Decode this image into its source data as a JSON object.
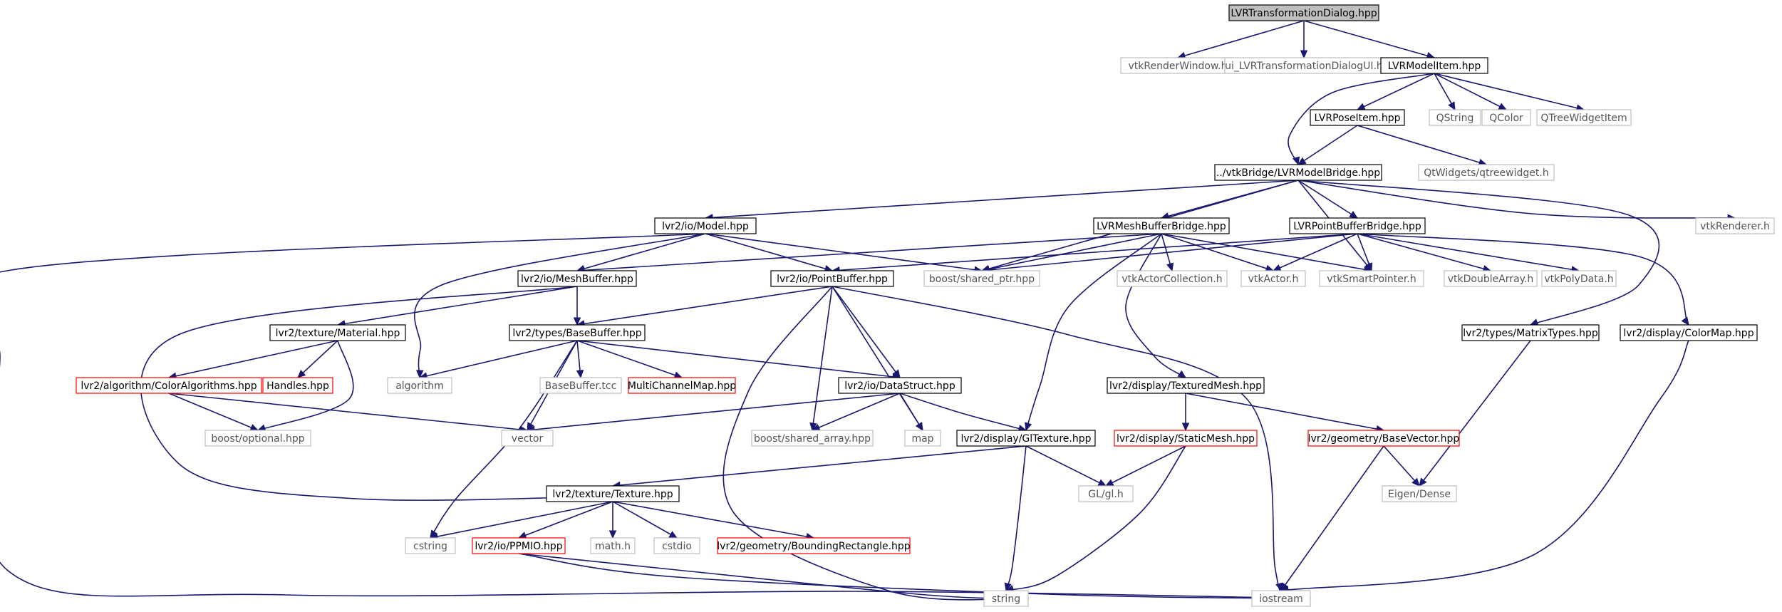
{
  "diagram": {
    "type": "include-dependency-graph",
    "root": "root",
    "styles": {
      "root": {
        "fill": "#bfbfbf",
        "stroke": "#000000",
        "text": "#000000"
      },
      "doc": {
        "fill": "#ffffff",
        "stroke": "#000000",
        "text": "#000000"
      },
      "missing": {
        "fill": "#ffffff",
        "stroke": "#bfbfbf",
        "text": "#555555"
      },
      "truncated": {
        "fill": "#ffffff",
        "stroke": "#ff0000",
        "text": "#000000"
      }
    },
    "edge_color": "#191970",
    "nodes": [
      {
        "id": "root",
        "label": "LVRTransformationDialog.hpp",
        "kind": "root"
      },
      {
        "id": "vtkRenderWindow",
        "label": "vtkRenderWindow.h",
        "kind": "missing"
      },
      {
        "id": "uiDialog",
        "label": "ui_LVRTransformationDialogUI.h",
        "kind": "missing"
      },
      {
        "id": "modelItem",
        "label": "LVRModelItem.hpp",
        "kind": "doc"
      },
      {
        "id": "poseItem",
        "label": "LVRPoseItem.hpp",
        "kind": "doc"
      },
      {
        "id": "qstring",
        "label": "QString",
        "kind": "missing"
      },
      {
        "id": "qcolor",
        "label": "QColor",
        "kind": "missing"
      },
      {
        "id": "qtreewidgetitem",
        "label": "QTreeWidgetItem",
        "kind": "missing"
      },
      {
        "id": "qtwidgets",
        "label": "QtWidgets/qtreewidget.h",
        "kind": "missing"
      },
      {
        "id": "modelBridge",
        "label": "../vtkBridge/LVRModelBridge.hpp",
        "kind": "doc"
      },
      {
        "id": "vtkRenderer",
        "label": "vtkRenderer.h",
        "kind": "missing"
      },
      {
        "id": "ioModel",
        "label": "lvr2/io/Model.hpp",
        "kind": "doc"
      },
      {
        "id": "meshBridge",
        "label": "LVRMeshBufferBridge.hpp",
        "kind": "doc"
      },
      {
        "id": "pointBridge",
        "label": "LVRPointBufferBridge.hpp",
        "kind": "doc"
      },
      {
        "id": "meshBuffer",
        "label": "lvr2/io/MeshBuffer.hpp",
        "kind": "doc"
      },
      {
        "id": "pointBuffer",
        "label": "lvr2/io/PointBuffer.hpp",
        "kind": "doc"
      },
      {
        "id": "sharedPtr",
        "label": "boost/shared_ptr.hpp",
        "kind": "missing"
      },
      {
        "id": "vtkActorCollection",
        "label": "vtkActorCollection.h",
        "kind": "missing"
      },
      {
        "id": "vtkActor",
        "label": "vtkActor.h",
        "kind": "missing"
      },
      {
        "id": "vtkSmartPointer",
        "label": "vtkSmartPointer.h",
        "kind": "missing"
      },
      {
        "id": "vtkDoubleArray",
        "label": "vtkDoubleArray.h",
        "kind": "missing"
      },
      {
        "id": "vtkPolyData",
        "label": "vtkPolyData.h",
        "kind": "missing"
      },
      {
        "id": "material",
        "label": "lvr2/texture/Material.hpp",
        "kind": "doc"
      },
      {
        "id": "baseBuffer",
        "label": "lvr2/types/BaseBuffer.hpp",
        "kind": "doc"
      },
      {
        "id": "matrixTypes",
        "label": "lvr2/types/MatrixTypes.hpp",
        "kind": "doc"
      },
      {
        "id": "colorMap",
        "label": "lvr2/display/ColorMap.hpp",
        "kind": "doc"
      },
      {
        "id": "colorAlgo",
        "label": "lvr2/algorithm/ColorAlgorithms.hpp",
        "kind": "truncated"
      },
      {
        "id": "handles",
        "label": "Handles.hpp",
        "kind": "truncated"
      },
      {
        "id": "algorithm",
        "label": "algorithm",
        "kind": "missing"
      },
      {
        "id": "baseBufferTcc",
        "label": "BaseBuffer.tcc",
        "kind": "missing"
      },
      {
        "id": "multiChannelMap",
        "label": "MultiChannelMap.hpp",
        "kind": "truncated"
      },
      {
        "id": "dataStruct",
        "label": "lvr2/io/DataStruct.hpp",
        "kind": "doc"
      },
      {
        "id": "texturedMesh",
        "label": "lvr2/display/TexturedMesh.hpp",
        "kind": "doc"
      },
      {
        "id": "boostOptional",
        "label": "boost/optional.hpp",
        "kind": "missing"
      },
      {
        "id": "vector",
        "label": "vector",
        "kind": "missing"
      },
      {
        "id": "sharedArray",
        "label": "boost/shared_array.hpp",
        "kind": "missing"
      },
      {
        "id": "map",
        "label": "map",
        "kind": "missing"
      },
      {
        "id": "glTexture",
        "label": "lvr2/display/GlTexture.hpp",
        "kind": "doc"
      },
      {
        "id": "staticMesh",
        "label": "lvr2/display/StaticMesh.hpp",
        "kind": "truncated"
      },
      {
        "id": "baseVector",
        "label": "lvr2/geometry/BaseVector.hpp",
        "kind": "truncated"
      },
      {
        "id": "texture",
        "label": "lvr2/texture/Texture.hpp",
        "kind": "doc"
      },
      {
        "id": "glh",
        "label": "GL/gl.h",
        "kind": "missing"
      },
      {
        "id": "eigenDense",
        "label": "Eigen/Dense",
        "kind": "missing"
      },
      {
        "id": "cstring",
        "label": "cstring",
        "kind": "missing"
      },
      {
        "id": "ppmio",
        "label": "lvr2/io/PPMIO.hpp",
        "kind": "truncated"
      },
      {
        "id": "mathh",
        "label": "math.h",
        "kind": "missing"
      },
      {
        "id": "cstdio",
        "label": "cstdio",
        "kind": "missing"
      },
      {
        "id": "boundingRect",
        "label": "lvr2/geometry/BoundingRectangle.hpp",
        "kind": "truncated"
      },
      {
        "id": "string",
        "label": "string",
        "kind": "missing"
      },
      {
        "id": "iostream",
        "label": "iostream",
        "kind": "missing"
      }
    ],
    "edges": [
      [
        "root",
        "vtkRenderWindow"
      ],
      [
        "root",
        "uiDialog"
      ],
      [
        "root",
        "modelItem"
      ],
      [
        "modelItem",
        "modelBridge"
      ],
      [
        "modelItem",
        "poseItem"
      ],
      [
        "modelItem",
        "qstring"
      ],
      [
        "modelItem",
        "qcolor"
      ],
      [
        "modelItem",
        "qtreewidgetitem"
      ],
      [
        "poseItem",
        "modelBridge"
      ],
      [
        "poseItem",
        "qtwidgets"
      ],
      [
        "modelBridge",
        "ioModel"
      ],
      [
        "modelBridge",
        "meshBridge"
      ],
      [
        "modelBridge",
        "pointBridge"
      ],
      [
        "modelBridge",
        "sharedPtr"
      ],
      [
        "modelBridge",
        "vtkSmartPointer"
      ],
      [
        "modelBridge",
        "vtkRenderer"
      ],
      [
        "modelBridge",
        "matrixTypes"
      ],
      [
        "ioModel",
        "meshBuffer"
      ],
      [
        "ioModel",
        "pointBuffer"
      ],
      [
        "ioModel",
        "sharedPtr"
      ],
      [
        "ioModel",
        "algorithm"
      ],
      [
        "ioModel",
        "iostream"
      ],
      [
        "meshBridge",
        "meshBuffer"
      ],
      [
        "meshBridge",
        "sharedPtr"
      ],
      [
        "meshBridge",
        "vtkActorCollection"
      ],
      [
        "meshBridge",
        "vtkActor"
      ],
      [
        "meshBridge",
        "vtkSmartPointer"
      ],
      [
        "meshBridge",
        "texturedMesh"
      ],
      [
        "meshBridge",
        "glTexture"
      ],
      [
        "pointBridge",
        "pointBuffer"
      ],
      [
        "pointBridge",
        "sharedPtr"
      ],
      [
        "pointBridge",
        "vtkActor"
      ],
      [
        "pointBridge",
        "vtkSmartPointer"
      ],
      [
        "pointBridge",
        "vtkDoubleArray"
      ],
      [
        "pointBridge",
        "vtkPolyData"
      ],
      [
        "pointBridge",
        "colorMap"
      ],
      [
        "meshBuffer",
        "material"
      ],
      [
        "meshBuffer",
        "baseBuffer"
      ],
      [
        "meshBuffer",
        "texture"
      ],
      [
        "pointBuffer",
        "baseBuffer"
      ],
      [
        "pointBuffer",
        "dataStruct"
      ],
      [
        "pointBuffer",
        "sharedArray"
      ],
      [
        "pointBuffer",
        "map"
      ],
      [
        "pointBuffer",
        "string"
      ],
      [
        "pointBuffer",
        "iostream"
      ],
      [
        "material",
        "colorAlgo"
      ],
      [
        "material",
        "handles"
      ],
      [
        "material",
        "boostOptional"
      ],
      [
        "colorAlgo",
        "boostOptional"
      ],
      [
        "colorAlgo",
        "vector"
      ],
      [
        "baseBuffer",
        "algorithm"
      ],
      [
        "baseBuffer",
        "baseBufferTcc"
      ],
      [
        "baseBuffer",
        "multiChannelMap"
      ],
      [
        "baseBuffer",
        "dataStruct"
      ],
      [
        "baseBuffer",
        "vector"
      ],
      [
        "baseBuffer",
        "cstring"
      ],
      [
        "dataStruct",
        "vector"
      ],
      [
        "dataStruct",
        "sharedArray"
      ],
      [
        "dataStruct",
        "map"
      ],
      [
        "dataStruct",
        "glTexture"
      ],
      [
        "glTexture",
        "texture"
      ],
      [
        "glTexture",
        "glh"
      ],
      [
        "glTexture",
        "string"
      ],
      [
        "texturedMesh",
        "staticMesh"
      ],
      [
        "texturedMesh",
        "baseVector"
      ],
      [
        "staticMesh",
        "glh"
      ],
      [
        "staticMesh",
        "string"
      ],
      [
        "matrixTypes",
        "eigenDense"
      ],
      [
        "colorMap",
        "iostream"
      ],
      [
        "baseVector",
        "eigenDense"
      ],
      [
        "baseVector",
        "iostream"
      ],
      [
        "texture",
        "cstring"
      ],
      [
        "texture",
        "ppmio"
      ],
      [
        "texture",
        "mathh"
      ],
      [
        "texture",
        "cstdio"
      ],
      [
        "texture",
        "boundingRect"
      ],
      [
        "ppmio",
        "string"
      ],
      [
        "ppmio",
        "iostream"
      ]
    ]
  }
}
